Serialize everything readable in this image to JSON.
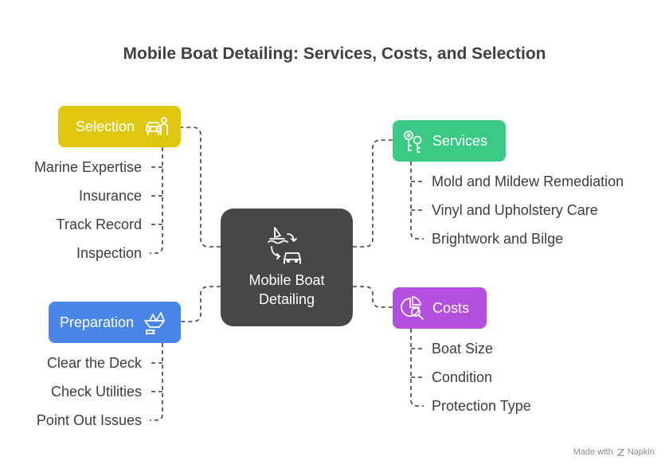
{
  "title": "Mobile Boat Detailing: Services, Costs, and Selection",
  "center": {
    "label_line1": "Mobile Boat",
    "label_line2": "Detailing",
    "icon": "boat-car-cycle-icon"
  },
  "branches": {
    "selection": {
      "label": "Selection",
      "color": "#e0c812",
      "icon": "person-car-icon",
      "items": [
        "Marine Expertise",
        "Insurance",
        "Track Record",
        "Inspection"
      ]
    },
    "preparation": {
      "label": "Preparation",
      "color": "#4a86e8",
      "icon": "paper-boat-flag-icon",
      "items": [
        "Clear the Deck",
        "Check Utilities",
        "Point Out Issues"
      ]
    },
    "services": {
      "label": "Services",
      "color": "#3cc985",
      "icon": "keys-icon",
      "items": [
        "Mold and Mildew Remediation",
        "Vinyl and Upholstery Care",
        "Brightwork and Bilge"
      ]
    },
    "costs": {
      "label": "Costs",
      "color": "#b44fe0",
      "icon": "pie-magnifier-icon",
      "items": [
        "Boat Size",
        "Condition",
        "Protection Type"
      ]
    }
  },
  "footer": {
    "made_with": "Made with",
    "brand": "Napkin"
  }
}
